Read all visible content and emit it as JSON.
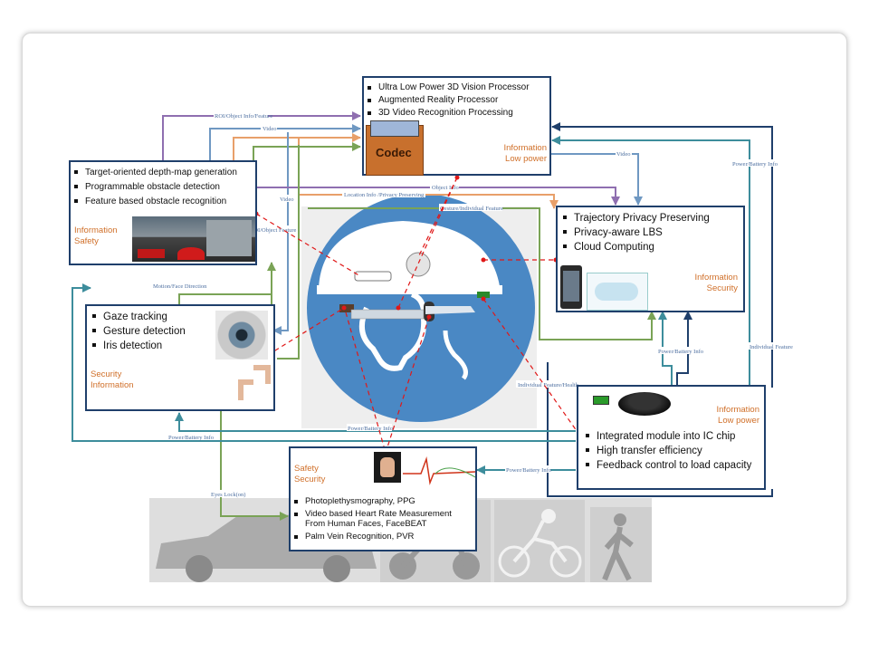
{
  "vision_box": {
    "items": [
      "Ultra Low Power 3D Vision Processor",
      "Augmented Reality Processor",
      "3D Video Recognition Processing"
    ],
    "tag_1": "Information",
    "tag_2": "Low power",
    "codec_label": "Codec"
  },
  "depth_box": {
    "items": [
      "Target-oriented depth-map generation",
      "Programmable obstacle detection",
      "Feature based obstacle recognition"
    ],
    "tag_1": "Information",
    "tag_2": "Safety"
  },
  "gaze_box": {
    "items": [
      "Gaze tracking",
      "Gesture detection",
      "Iris detection"
    ],
    "tag_1": "Security",
    "tag_2": "Information"
  },
  "privacy_box": {
    "items": [
      "Trajectory Privacy Preserving",
      "Privacy-aware LBS",
      "Cloud Computing"
    ],
    "tag_1": "Information",
    "tag_2": "Security"
  },
  "module_box": {
    "items": [
      "Integrated module into IC chip",
      "High transfer efficiency",
      "Feedback control to load capacity"
    ],
    "tag_1": "Information",
    "tag_2": "Low power"
  },
  "bio_box": {
    "items": [
      "Photoplethysmography, PPG",
      "Video based Heart Rate Measurement From Human Faces, FaceBEAT",
      "Palm Vein Recognition, PVR"
    ],
    "tag_1": "Safety",
    "tag_2": "Security"
  },
  "link_labels": {
    "roi": "ROI/Object Info/Feature",
    "video_top": "Video",
    "video_left": "Video",
    "object_info": "Object Info",
    "location_info": "Location Info /Privacy Preserving",
    "gesture_feature": "Gesture/Individual Feature",
    "video_right": "Video",
    "power_right": "Power/Battery Info",
    "roi_feature": "ROI/Object Feature",
    "motion_face": "Motion/Face Direction",
    "power_mid": "Power/Battery Info",
    "individual_feature": "Individual Feature",
    "individual_health": "Individual Feature/Health",
    "power_gaze": "Power/Battery Info",
    "power_long": "Power/Battery Info",
    "power_bio": "Power/Battery Info",
    "eyes_lock": "Eyes Lock(on)"
  },
  "colors": {
    "box_border": "#1f3f6b",
    "tag": "#d0702a",
    "purple": "#8f6fb0",
    "steel": "#6f98c2",
    "orange": "#e8a06a",
    "green": "#7aa356",
    "teal": "#3d8d9c",
    "navy": "#1f3f6b",
    "dashed": "#e01818",
    "circle": "#4a88c4"
  },
  "icons": [
    "codec-box-icon",
    "road-scene-icon",
    "eye-icon",
    "hand-gesture-icon",
    "palm-icon",
    "ppg-signal-icon",
    "smartphone-icon",
    "cloud-icon",
    "wireless-charger-icon",
    "battery-icon",
    "helmet-icon",
    "car-icon",
    "motorcycle-icon",
    "bicycle-icon",
    "pedestrian-icon"
  ]
}
